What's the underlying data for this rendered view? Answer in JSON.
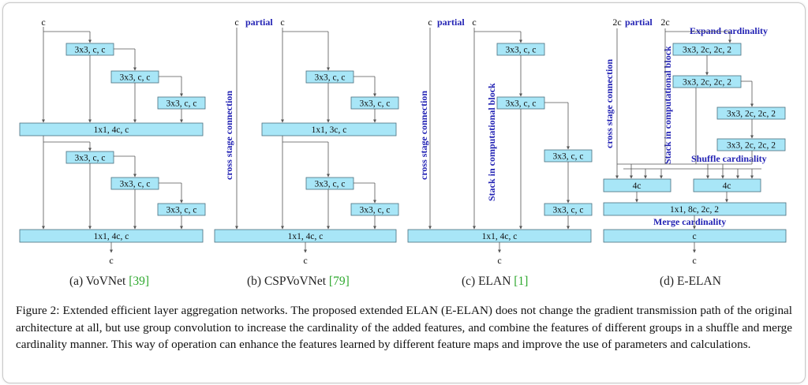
{
  "colors": {
    "box_fill": "#a8e6f7",
    "box_stroke": "#4a6f7e",
    "line": "#555555",
    "annotation": "#2323b4",
    "citation": "#2ea82e"
  },
  "panels": {
    "a": {
      "label": "(a) VoVNet",
      "cite": "[39]",
      "input": "c",
      "output": "c",
      "boxes": [
        "3x3, c, c",
        "3x3, c, c",
        "3x3, c, c",
        "1x1, 4c, c",
        "3x3, c, c",
        "3x3, c, c",
        "3x3, c, c",
        "1x1, 4c, c"
      ]
    },
    "b": {
      "label": "(b) CSPVoVNet",
      "cite": "[79]",
      "input_left": "c",
      "partial": "partial",
      "input_right": "c",
      "output": "c",
      "side": "cross stage connection",
      "boxes": [
        "3x3, c, c",
        "3x3, c, c",
        "1x1, 3c, c",
        "3x3, c, c",
        "3x3, c, c",
        "1x1, 4c, c"
      ]
    },
    "c": {
      "label": "(c) ELAN",
      "cite": "[1]",
      "input_left": "c",
      "partial": "partial",
      "input_right": "c",
      "output": "c",
      "side": "cross stage connection",
      "stack": "Stack in computational block",
      "boxes": [
        "3x3, c, c",
        "3x3, c, c",
        "3x3, c, c",
        "3x3, c, c",
        "1x1, 4c, c"
      ]
    },
    "d": {
      "label": "(d) E-ELAN",
      "input_left": "2c",
      "partial": "partial",
      "input_right": "2c",
      "output": "c",
      "side": "cross stage connection",
      "stack": "Stack in computational block",
      "expand": "Expand cardinality",
      "shuffle": "Shuffle cardinality",
      "merge": "Merge cardinality",
      "boxes": [
        "3x3, 2c, 2c, 2",
        "3x3, 2c, 2c, 2",
        "3x3, 2c, 2c, 2",
        "3x3, 2c, 2c, 2",
        "4c",
        "4c",
        "1x1, 8c, 2c, 2",
        "c"
      ]
    }
  },
  "caption": "Figure 2: Extended efficient layer aggregation networks. The proposed extended ELAN (E-ELAN) does not change the gradient transmission path of the original architecture at all, but use group convolution to increase the cardinality of the added features, and combine the features of different groups in a shuffle and merge cardinality manner. This way of operation can enhance the features learned by different feature maps and improve the use of parameters and calculations."
}
